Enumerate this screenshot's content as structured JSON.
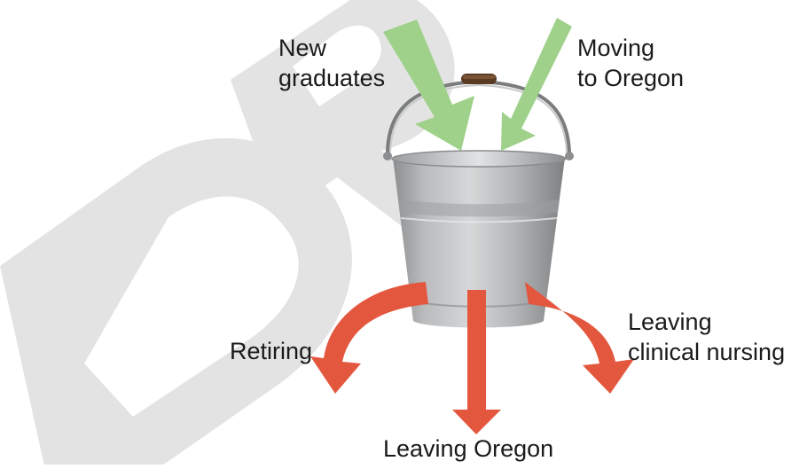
{
  "watermark": {
    "text": "DRAFT",
    "color": "#e3e3e3"
  },
  "colors": {
    "inflow": "#9fd18b",
    "outflow": "#e4573f",
    "bucket": "#bdbfc1",
    "bucket_dark": "#8f9193",
    "handle_grip": "#5a3a22"
  },
  "inflows": [
    {
      "id": "new-graduates",
      "lines": [
        "New",
        "graduates"
      ]
    },
    {
      "id": "moving-to-oregon",
      "lines": [
        "Moving",
        "to Oregon"
      ]
    }
  ],
  "outflows": [
    {
      "id": "retiring",
      "lines": [
        "Retiring"
      ]
    },
    {
      "id": "leaving-oregon",
      "lines": [
        "Leaving Oregon"
      ]
    },
    {
      "id": "leaving-clinical-nursing",
      "lines": [
        "Leaving",
        "clinical nursing"
      ]
    }
  ]
}
